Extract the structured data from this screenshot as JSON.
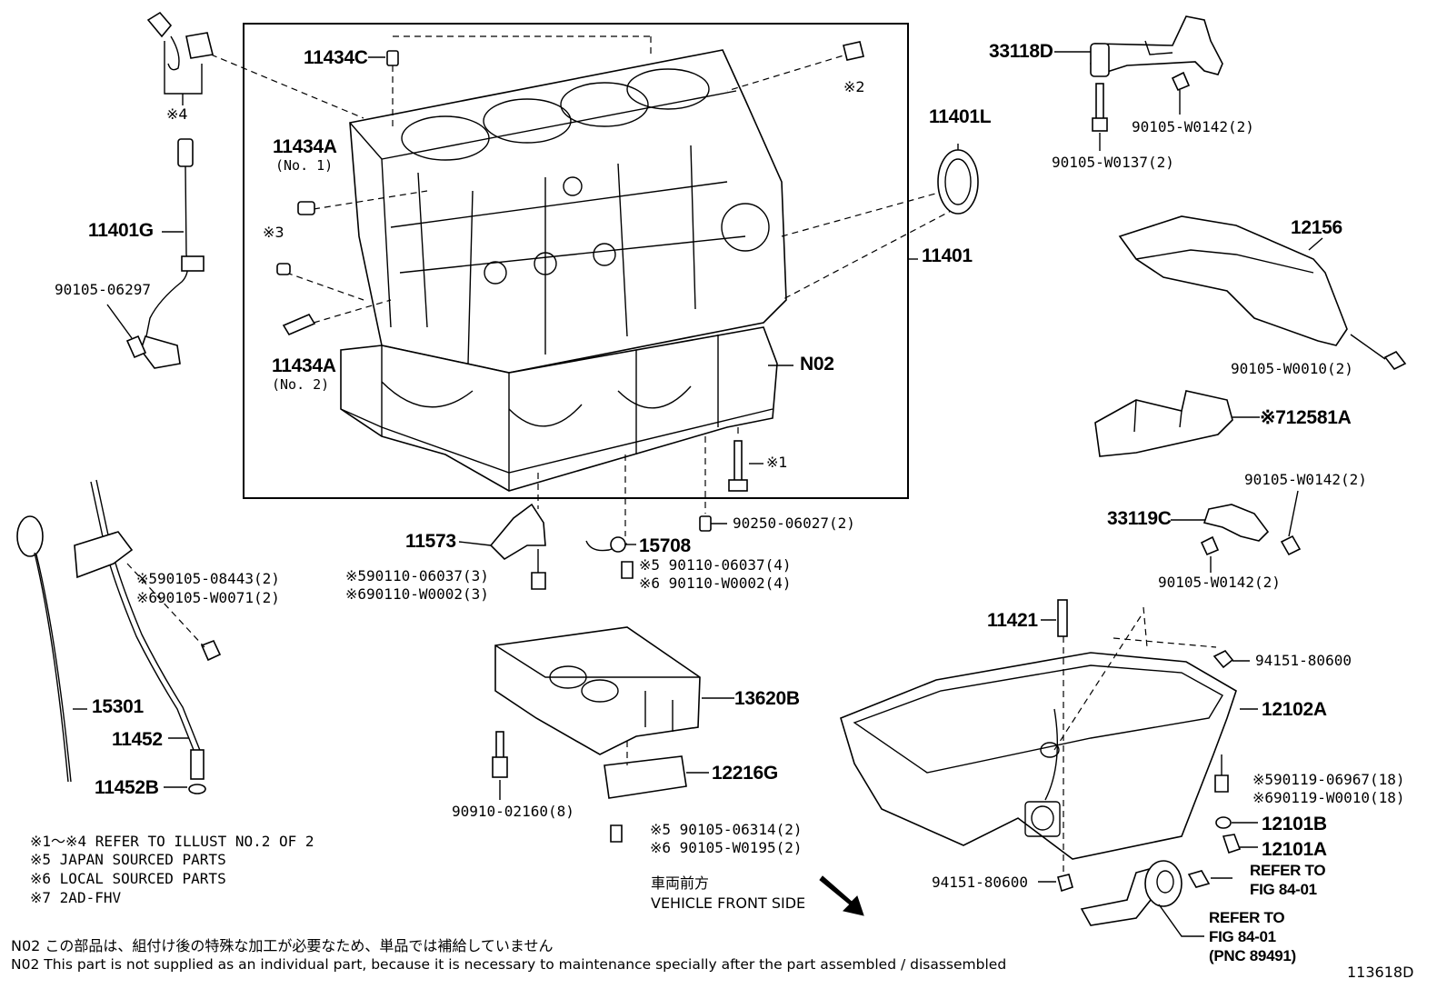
{
  "parts": {
    "p11434C": "11434C",
    "mark2": "※2",
    "p11434A_1": "11434A",
    "p11434A_1_sub": "(No. 1)",
    "mark3": "※3",
    "p11434A_2": "11434A",
    "p11434A_2_sub": "(No. 2)",
    "mark4": "※4",
    "p11401G": "11401G",
    "p90105_06297": "90105-06297",
    "p11401L": "11401L",
    "p11401": "11401",
    "pN02": "N02",
    "mark1": "※1",
    "p33118D": "33118D",
    "p90105_W0142_a": "90105-W0142(2)",
    "p90105_W0137": "90105-W0137(2)",
    "p12156": "12156",
    "p90105_W0010": "90105-W0010(2)",
    "p12581A": "※712581A",
    "p90105_W0142_b": "90105-W0142(2)",
    "p33119C": "33119C",
    "p90105_W0142_c": "90105-W0142(2)",
    "p11573": "11573",
    "p15708": "15708",
    "p90250_06027": "90250-06027(2)",
    "p90110_06037_3": "※590110-06037(3)",
    "p90110_W0002_3": "※690110-W0002(3)",
    "p90110_06037_4": "※5 90110-06037(4)",
    "p90110_W0002_4": "※6 90110-W0002(4)",
    "p90105_08443": "※590105-08443(2)",
    "p90105_W0071": "※690105-W0071(2)",
    "p15301": "15301",
    "p11452": "11452",
    "p11452B": "11452B",
    "p13620B": "13620B",
    "p12216G": "12216G",
    "p90910_02160": "90910-02160(8)",
    "p90105_06314": "※5 90105-06314(2)",
    "p90105_W0195": "※6 90105-W0195(2)",
    "p11421": "11421",
    "p94151_80600_a": "94151-80600",
    "p12102A": "12102A",
    "p90119_06967": "※590119-06967(18)",
    "p90119_W0010": "※690119-W0010(18)",
    "p12101B": "12101B",
    "p12101A": "12101A",
    "p94151_80600_b": "94151-80600",
    "refer1_a": "REFER TO",
    "refer1_b": "FIG 84-01",
    "refer2_a": "REFER TO",
    "refer2_b": "FIG 84-01",
    "refer2_c": "(PNC 89491)"
  },
  "notes": [
    "※1～※4 REFER TO ILLUST NO.2 OF 2",
    "※5 JAPAN SOURCED PARTS",
    "※6 LOCAL SOURCED PARTS",
    "※7 2AD-FHV"
  ],
  "direction": {
    "jp": "車両前方",
    "en": "VEHICLE FRONT SIDE"
  },
  "footer": {
    "jp": "N02  この部品は、組付け後の特殊な加工が必要なため、単品では補給していません",
    "en": "N02  This part is not supplied as an individual part, because it is necessary to maintenance specially after the part assembled / disassembled"
  },
  "illust_id": "113618D"
}
